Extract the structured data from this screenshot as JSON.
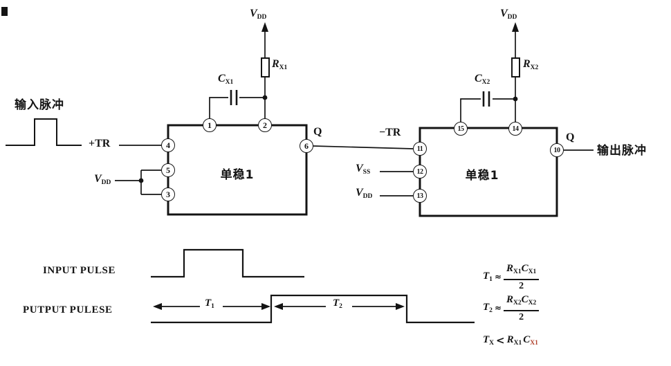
{
  "labels": {
    "input_signal": "输入脉冲",
    "output_signal": "输出脉冲",
    "plus_trigger": "+TR",
    "minus_trigger": "−TR",
    "q_left": "Q",
    "q_right": "Q",
    "vdd": {
      "base": "V",
      "sub": "DD"
    },
    "vss": {
      "base": "V",
      "sub": "SS"
    }
  },
  "blocks": {
    "left": {
      "name": "单稳1",
      "pins": [
        "1",
        "2",
        "4",
        "5",
        "3",
        "6"
      ]
    },
    "right": {
      "name": "单稳1",
      "pins": [
        "15",
        "14",
        "11",
        "12",
        "13",
        "10"
      ]
    }
  },
  "components": {
    "r1": {
      "base": "R",
      "sub": "X1"
    },
    "c1": {
      "base": "C",
      "sub": "X1"
    },
    "r2": {
      "base": "R",
      "sub": "X2"
    },
    "c2": {
      "base": "C",
      "sub": "X2"
    }
  },
  "timing": {
    "input_row": "INPUT PULSE",
    "output_row": "PUTPUT PULESE",
    "t1": {
      "base": "T",
      "sub": "1"
    },
    "t2": {
      "base": "T",
      "sub": "2"
    }
  },
  "formulas": {
    "f1": {
      "lhs": "T",
      "lhs_sub": "1",
      "rel": "≈",
      "num_r": "R",
      "num_r_sub": "X1",
      "num_c": "C",
      "num_c_sub": "X1",
      "den": "2"
    },
    "f2": {
      "lhs": "T",
      "lhs_sub": "2",
      "rel": "≈",
      "num_r": "R",
      "num_r_sub": "X2",
      "num_c": "C",
      "num_c_sub": "X2",
      "den": "2"
    },
    "f3": {
      "lhs": "T",
      "lhs_sub": "X",
      "rel": "<",
      "r": "R",
      "r_sub": "X1",
      "c": "C",
      "c_sub": "X1"
    }
  },
  "icons": {
    "vdd_arrow": "up-arrow",
    "junction_dot": "filled-dot",
    "resistor": "rectangle-resistor-symbol",
    "capacitor": "parallel-plate-symbol"
  },
  "colors": {
    "ink": "#141414",
    "accent_red": "#b0402a",
    "background": "#ffffff"
  }
}
